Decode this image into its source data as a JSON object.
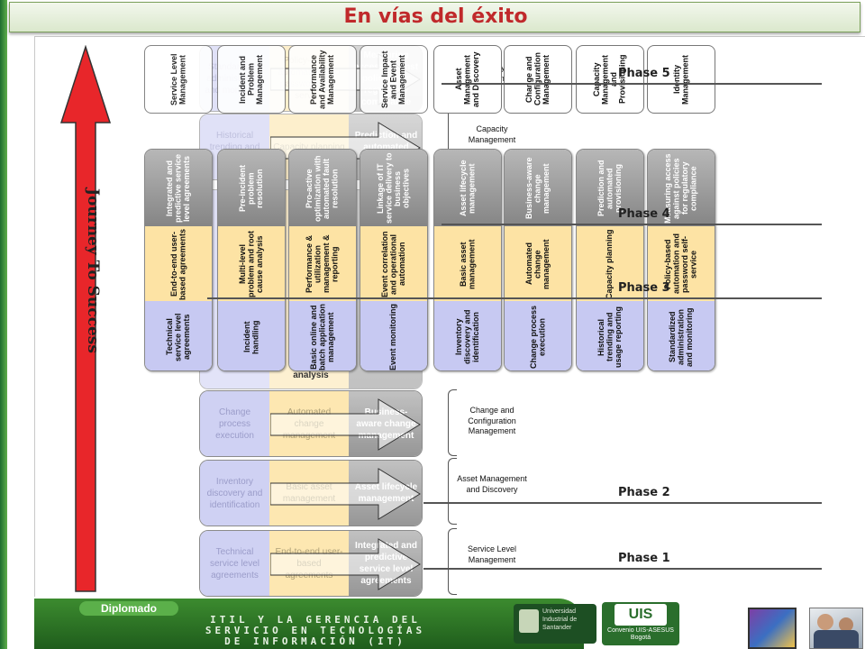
{
  "title": "En vías del éxito",
  "journey_label": "Journey To Success",
  "phases": [
    "Phase 1",
    "Phase 2",
    "Phase 3",
    "Phase 4",
    "Phase 5"
  ],
  "right_labels": [
    "Service Level Management",
    "Asset Management and Discovery",
    "Change and Configuration Management",
    "Capacity Management",
    "Identity Management"
  ],
  "top_headers": [
    "Service Level Management",
    "Incident and Problem Management",
    "Performance and Availability Management",
    "Service Impact and Event Management",
    "Asset Management and Discovery",
    "Change and Configuration Management",
    "Capacity Management and Provisioning",
    "Identity Management"
  ],
  "bg_rows": [
    {
      "left": "Technical service level agreements",
      "mid": "End-to-end user-based agreements",
      "right": "Integrated and predictive service level agreements"
    },
    {
      "left": "Inventory discovery and identification",
      "mid": "Basic asset management",
      "right": "Asset lifecycle management"
    },
    {
      "left": "Change process execution",
      "mid": "Automated change management",
      "right": "Business-aware change management"
    },
    {
      "left": "Historical trending and usage",
      "mid": "Capacity planning",
      "right": "Prediction and automated provisioning"
    },
    {
      "left": "Standardized administration and monitoring",
      "mid": "Policy-based automation and password self-service",
      "right": "Measuring access against policies for regulatory compliance"
    }
  ],
  "bg_extra": {
    "analysis": "analysis"
  },
  "columns": [
    {
      "top": "Integrated and predictive service level agreements",
      "mid": "End-to-end user-based agreements",
      "bottom": "Technical service level agreements"
    },
    {
      "top": "Pre-incident problem resolution",
      "mid": "Multi-level problem and root cause analysis",
      "bottom": "Incident handling"
    },
    {
      "top": "Pro-active optimization with automated fault resolution",
      "mid": "Performance & utilization management & reporting",
      "bottom": "Basic online and batch application management"
    },
    {
      "top": "Linkage of IT service delivery to business objectives",
      "mid": "Event correlation and operational automation",
      "bottom": "Event monitoring"
    },
    {
      "top": "Asset lifecycle management",
      "mid": "Basic asset management",
      "bottom": "Inventory discovery and identification"
    },
    {
      "top": "Business-aware change management",
      "mid": "Automated change management",
      "bottom": "Change process execution"
    },
    {
      "top": "Prediction and automated provisioning",
      "mid": "Capacity planning",
      "bottom": "Historical trending and usage reporting"
    },
    {
      "top": "Measuring access against policies for regulatory compliance",
      "mid": "Policy-based automation and password self-service",
      "bottom": "Standardized administration and monitoring"
    }
  ],
  "footer": {
    "banner_tag": "Diplomado",
    "line1": "ITIL Y LA GERENCIA DEL",
    "line2": "SERVICIO EN TECNOLOGÍAS",
    "line3": "DE INFORMACIÓN (IT)",
    "uni": "Universidad Industrial de Santander",
    "uis": "UIS",
    "convenio": "Convenio UIS-ASESUS Bogotá"
  },
  "colors": {
    "accent": "#c0292b",
    "green": "#3f8a3a",
    "gray": "#9a9a9a",
    "yellow": "#fde3a4",
    "blue": "#c7c9f2"
  }
}
